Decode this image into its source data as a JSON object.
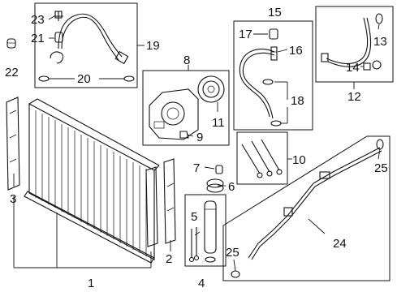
{
  "diagram": {
    "callouts": {
      "c1": "1",
      "c2": "2",
      "c3": "3",
      "c4": "4",
      "c5": "5",
      "c6": "6",
      "c7": "7",
      "c8": "8",
      "c9": "9",
      "c10": "10",
      "c11": "11",
      "c12": "12",
      "c13": "13",
      "c14": "14",
      "c15": "15",
      "c16": "16",
      "c17": "17",
      "c18": "18",
      "c19": "19",
      "c20": "20",
      "c21": "21",
      "c22": "22",
      "c23": "23",
      "c24": "24",
      "c25a": "25",
      "c25b": "25"
    }
  }
}
